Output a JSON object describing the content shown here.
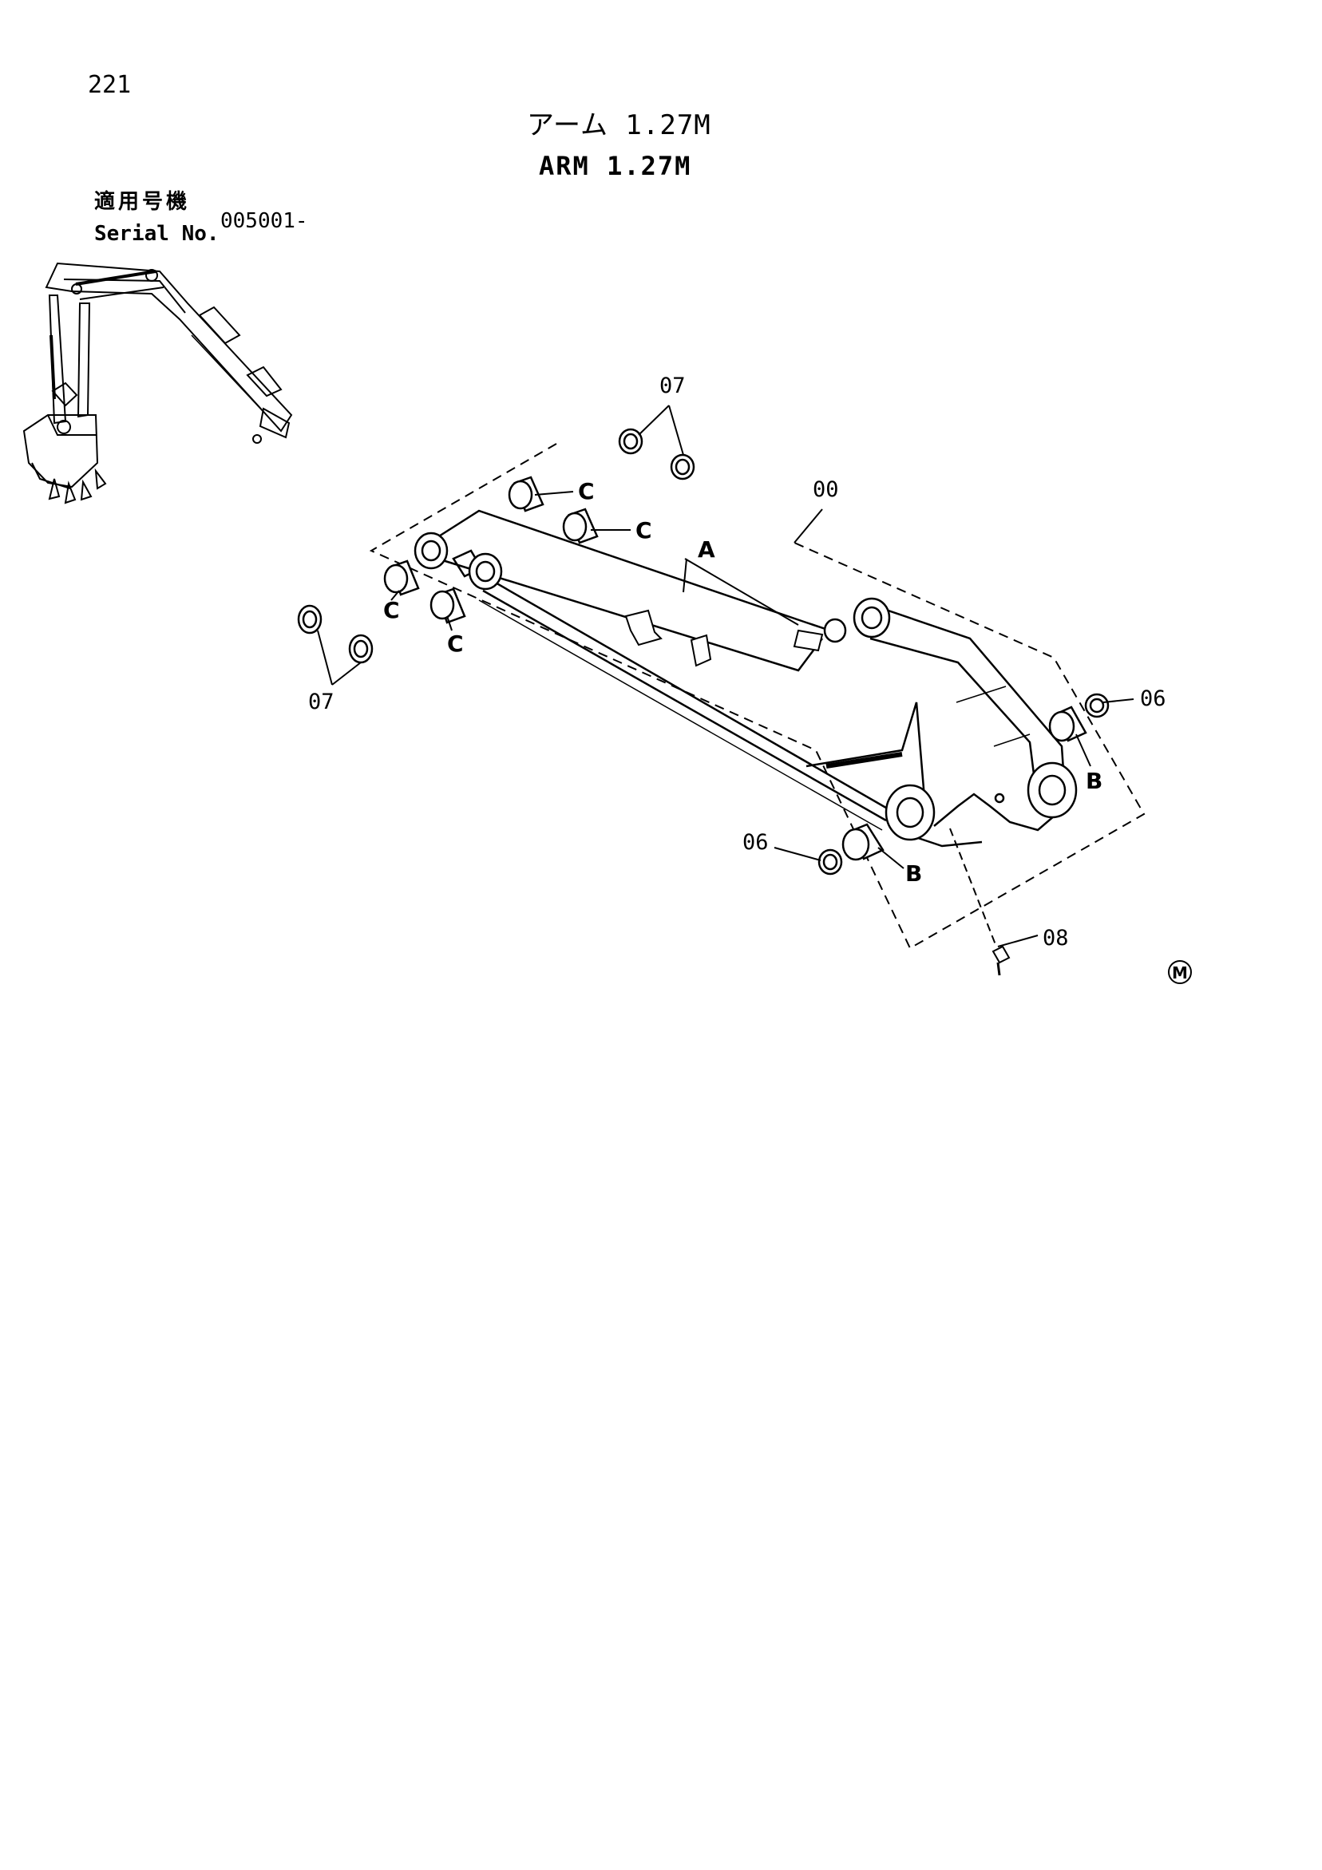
{
  "page": {
    "number": "221"
  },
  "title": {
    "jp": "アーム 1.27M",
    "en": "ARM 1.27M"
  },
  "serial": {
    "label_jp": "適用号機",
    "label_en": "Serial No.",
    "value": "005001-"
  },
  "callouts": {
    "c07_top": "07",
    "c07_bottom": "07",
    "c00": "00",
    "c06_right": "06",
    "c06_left": "06",
    "c08": "08",
    "letter_a": "A",
    "letter_b_right": "B",
    "letter_b_left": "B",
    "letter_c1": "C",
    "letter_c2": "C",
    "letter_c3": "C",
    "letter_c4": "C"
  },
  "mark": "M"
}
